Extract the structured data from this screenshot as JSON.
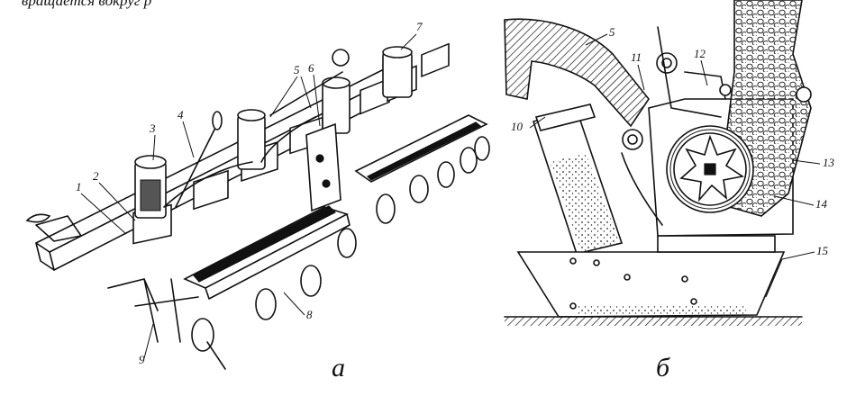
{
  "top_text": "вращается вокруг р",
  "panel_a": {
    "caption": "а",
    "labels": [
      "1",
      "2",
      "3",
      "4",
      "5",
      "6",
      "7",
      "8",
      "9"
    ]
  },
  "panel_b": {
    "caption": "б",
    "labels": [
      "5",
      "10",
      "11",
      "12",
      "13",
      "14",
      "15"
    ]
  }
}
